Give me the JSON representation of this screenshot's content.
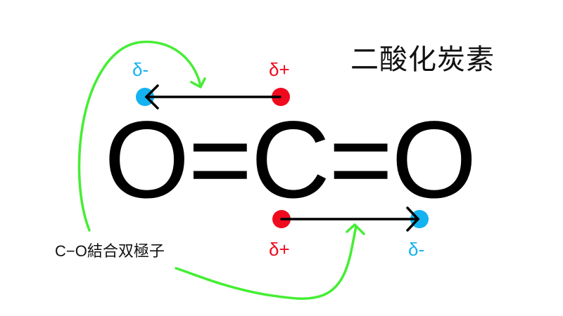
{
  "title": "二酸化炭素",
  "formula": "O=C=O",
  "dipole_label": "C−O結合双極子",
  "dipoles": [
    {
      "side": "left-top",
      "partial_negative": "δ-",
      "partial_positive": "δ+",
      "arrow_direction": "toward O (left)"
    },
    {
      "side": "right-bottom",
      "partial_negative": "δ-",
      "partial_positive": "δ+",
      "arrow_direction": "toward O (right)"
    }
  ],
  "colors": {
    "negative": "#13b2f0",
    "positive": "#f00a1e",
    "annotation": "#44ee33",
    "arrow": "#000000"
  }
}
